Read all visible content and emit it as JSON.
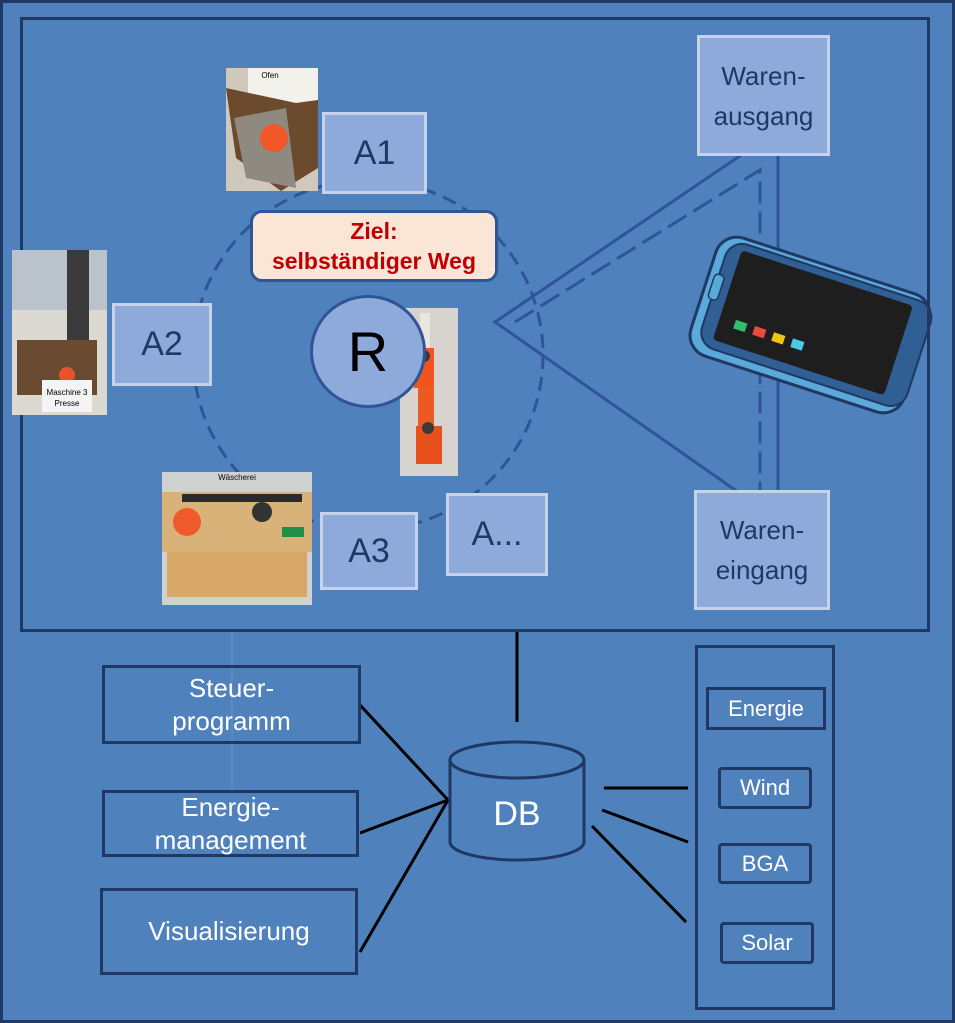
{
  "top_area": {
    "stations": [
      "A1",
      "A2",
      "A3",
      "A..."
    ],
    "robot_label": "R",
    "goal": {
      "line1": "Ziel:",
      "line2": "selbständiger Weg"
    },
    "goods_out": {
      "line1": "Waren-",
      "line2": "ausgang"
    },
    "goods_in": {
      "line1": "Waren-",
      "line2": "eingang"
    }
  },
  "photos": {
    "oven": "Ofen",
    "press_line1": "Maschine 3",
    "press_line2": "Presse",
    "washer": "Wäscherei"
  },
  "database": {
    "label": "DB"
  },
  "software": {
    "control": {
      "line1": "Steuer-",
      "line2": "programm"
    },
    "energy": {
      "line1": "Energie-",
      "line2": "management"
    },
    "visualization": "Visualisierung"
  },
  "energy_panel": {
    "title": "Energie",
    "sources": [
      "Wind",
      "BGA",
      "Solar"
    ]
  },
  "colors": {
    "background": "#4f81bd",
    "border": "#1f3864",
    "box_fill": "#8eaadb",
    "goal_text": "#c00000",
    "goal_fill": "#fbe5d6"
  },
  "icons": [
    "smartphone-icon",
    "database-cylinder-icon"
  ]
}
